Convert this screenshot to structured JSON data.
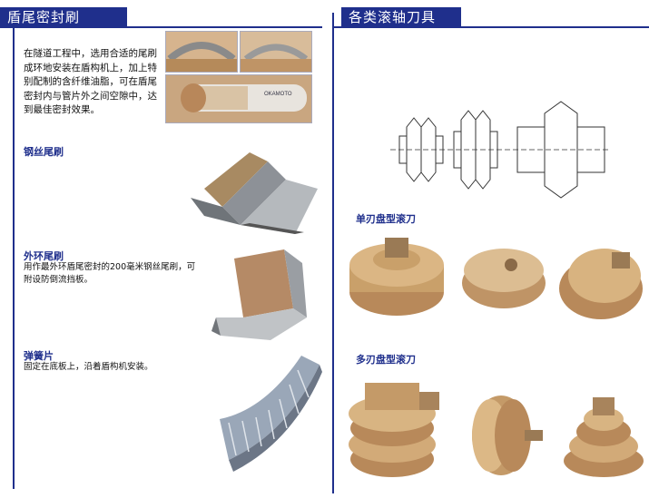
{
  "left_section": {
    "title": "盾尾密封刷",
    "intro": "在隧道工程中，选用合适的尾刷成环地安装在盾构机上，加上特别配制的含纤维油脂，可在盾尾密封内与管片外之间空隙中，达到最佳密封效果。",
    "items": [
      {
        "title": "钢丝尾刷",
        "desc": ""
      },
      {
        "title": "外环尾刷",
        "desc": "用作最外环盾尾密封的200毫米钢丝尾刷，可附设防倒流挡板。"
      },
      {
        "title": "弹簧片",
        "desc": "固定在底板上，沿着盾构机安装。"
      }
    ],
    "photo_label": "OKAMOTO"
  },
  "right_section": {
    "title": "各类滚轴刀具",
    "items": [
      {
        "title": "单刃盘型滚刀"
      },
      {
        "title": "多刃盘型滚刀"
      }
    ]
  },
  "colors": {
    "accent": "#1f2f8c",
    "bronze": "#c9a06a"
  }
}
